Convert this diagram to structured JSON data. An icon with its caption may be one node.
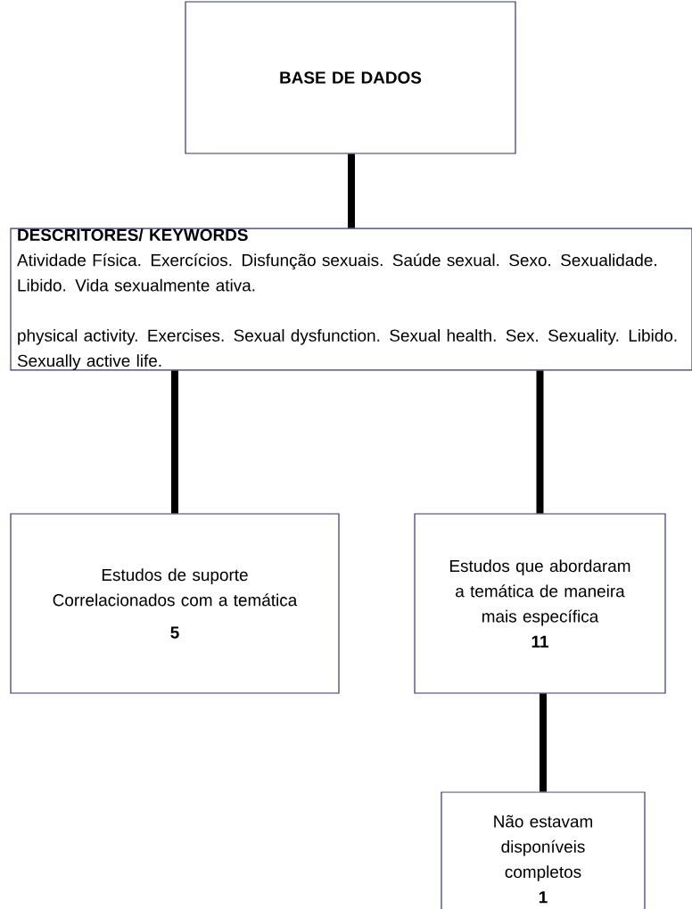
{
  "diagram": {
    "nodes": [
      {
        "text": [
          "BASE DE DADOS"
        ]
      },
      {
        "text": [
          "DESCRITORES/ KEYWORDS",
          "Atividade Física. Exercícios. Disfunção sexuais. Saúde sexual. Sexo. Sexualidade. Libido. Vida sexualmente ativa.",
          "physical activity. Exercises. Sexual dysfunction. Sexual health. Sex. Sexuality. Libido. Sexually active life."
        ]
      },
      {
        "text": [
          "Estudos de suporte Correlacionados com a temática",
          "5"
        ]
      },
      {
        "text": [
          "Estudos que abordaram a temática de maneira mais específica",
          "11"
        ]
      },
      {
        "text": [
          "Não estavam disponíveis completos",
          "1"
        ]
      }
    ],
    "edges": [
      {
        "from": 0,
        "to": 1,
        "arrow": "none"
      },
      {
        "from": 1,
        "to": 2,
        "arrow": "none"
      },
      {
        "from": 1,
        "to": 3,
        "arrow": "none"
      },
      {
        "from": 3,
        "to": 4,
        "arrow": "none"
      }
    ]
  }
}
